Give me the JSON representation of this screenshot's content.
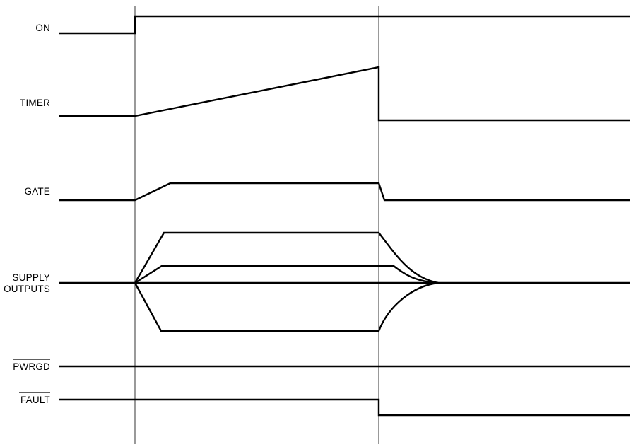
{
  "signals": {
    "on": "ON",
    "timer": "TIMER",
    "gate": "GATE",
    "supply_line1": "SUPPLY",
    "supply_line2": "OUTPUTS",
    "pwrgd": "PWRGD",
    "fault": "FAULT"
  },
  "colors": {
    "line": "#000000",
    "background": "#ffffff"
  }
}
